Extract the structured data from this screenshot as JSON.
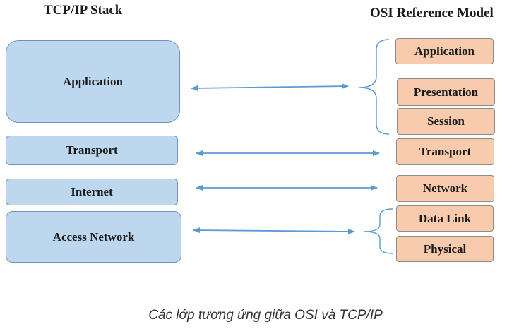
{
  "tcp_stack": {
    "title": "TCP/IP Stack",
    "layers": [
      "Application",
      "Transport",
      "Internet",
      "Access Network"
    ]
  },
  "osi_model": {
    "title": "OSI Reference Model",
    "layers": [
      "Application",
      "Presentation",
      "Session",
      "Transport",
      "Network",
      "Data Link",
      "Physical"
    ]
  },
  "colors": {
    "tcp_fill": "#bdd7ee",
    "osi_fill": "#f8cbad",
    "arrow": "#5b9bd5"
  },
  "caption": "Các lớp tương ứng giữa OSI và TCP/IP"
}
